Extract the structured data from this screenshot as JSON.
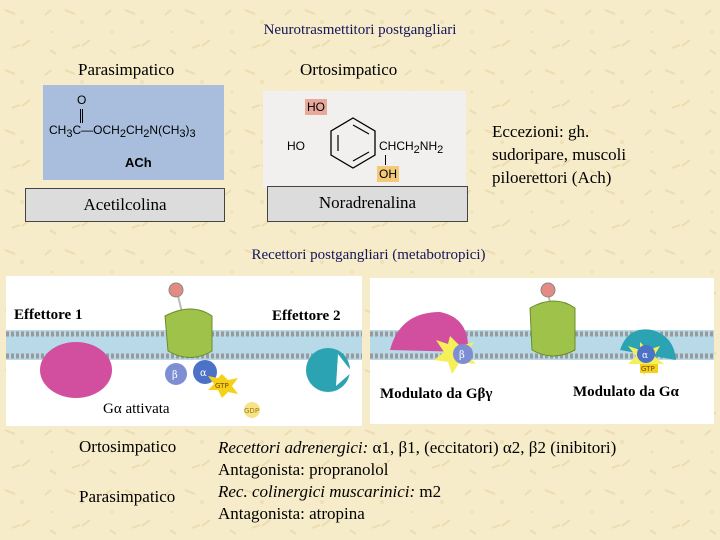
{
  "title": "Neurotrasmettitori postgangliari",
  "columns": {
    "left": "Parasimpatico",
    "right": "Ortosimpatico"
  },
  "ach_structure": {
    "carbonyl_o": "O",
    "formula": "CH3C—OCH2CH2N(CH3)3",
    "name": "ACh"
  },
  "ne_structure": {
    "ho_top": "HO",
    "ho_left": "HO",
    "chain": "CHCH2NH2",
    "oh": "OH"
  },
  "boxes": {
    "ach": "Acetilcolina",
    "ne": "Noradrenalina"
  },
  "exceptions": [
    "Eccezioni: gh.",
    "sudoripare, muscoli",
    "piloerettori (Ach)"
  ],
  "receptors_heading": "Recettori postgangliari (metabotropici)",
  "diagram": {
    "effector1": "Effettore 1",
    "effector2": "Effettore 2",
    "galpha_active": "Gα attivata",
    "modulated_bg": "Modulato da Gβγ",
    "modulated_a": "Modulato da Gα",
    "gtp": "GTP",
    "gdp": "GDP",
    "alpha": "α",
    "beta": "β"
  },
  "bottom_labels": {
    "ortho": "Ortosimpatico",
    "para": "Parasimpatico"
  },
  "receptors_text": {
    "line1_italic": "Recettori adrenergici:",
    "line1_rest": "α1, β1, (eccitatori) α2, β2 (inibitori)",
    "line2": "Antagonista: propranolol",
    "line3_italic": "Rec. colinergici muscarinici:",
    "line3_rest": "m2",
    "line4": "Antagonista: atropina"
  },
  "colors": {
    "background": "#f6ecc9",
    "membrane": "#9fd0e4",
    "receptor": "#9ec24a",
    "effector1": "#d24fa0",
    "effector2": "#2ba3b2"
  }
}
